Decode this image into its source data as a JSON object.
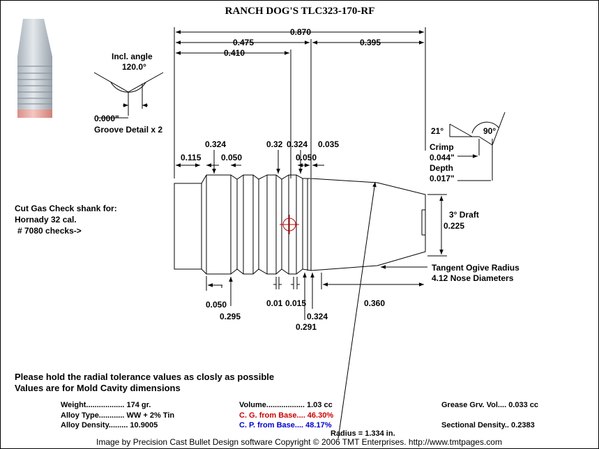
{
  "title": "RANCH DOG'S   TLC323-170-RF",
  "top_dims": {
    "overall": "0.870",
    "d475": "0.475",
    "d395": "0.395",
    "d410": "0.410"
  },
  "groove": {
    "label1": "Incl. angle",
    "angle": "120.0°",
    "depth": "0.000\"",
    "label2": "Groove Detail x 2"
  },
  "crimp": {
    "angle21": "21°",
    "angle90": "90°",
    "crimp_label": "Crimp",
    "crimp_value": "0.044\"",
    "depth_label": "Depth",
    "depth_value": "0.017\""
  },
  "upper_dims": {
    "d324a": "0.324",
    "d115": "0.115",
    "d050a": "0.050",
    "d32": "0.32",
    "d324b": "0.324",
    "d050b": "0.050",
    "d035": "0.035"
  },
  "gas_check": {
    "line1": "Cut Gas Check shank for:",
    "line2": "Hornady 32 cal.",
    "line3": "# 7080 checks->"
  },
  "draft": {
    "label": "3° Draft",
    "value": "0.225"
  },
  "ogive": {
    "line1": "Tangent Ogive Radius",
    "line2": "4.12  Nose Diameters"
  },
  "lower_dims": {
    "d050": "0.050",
    "d295": "0.295",
    "d01": "0.01",
    "d015": "0.015",
    "d324": "0.324",
    "d291": "0.291",
    "d360": "0.360"
  },
  "notes": {
    "line1": "Please hold the radial tolerance values as closly as possible",
    "line2": "Values are for Mold Cavity dimensions"
  },
  "stats": {
    "weight": "Weight.................. 174 gr.",
    "alloy_type": "Alloy Type............ WW + 2% Tin",
    "alloy_density": "Alloy Density......... 10.9005",
    "volume": "Volume.................. 1.03 cc",
    "cg": "C. G. from Base.... 46.30%",
    "cp": "C. P. from Base.... 48.17%",
    "grease": "Grease Grv. Vol.... 0.033 cc",
    "sectional": "Sectional Density.. 0.2383",
    "radius": "Radius = 1.334 in."
  },
  "footer": "Image by Precision Cast Bullet Design software  Copyright © 2006 TMT Enterprises.  http://www.tmtpages.com",
  "colors": {
    "red": "#cc0000",
    "blue": "#0000cc",
    "thumbnail_body": "#c8cfd6",
    "thumbnail_base": "#e8a7a0"
  }
}
